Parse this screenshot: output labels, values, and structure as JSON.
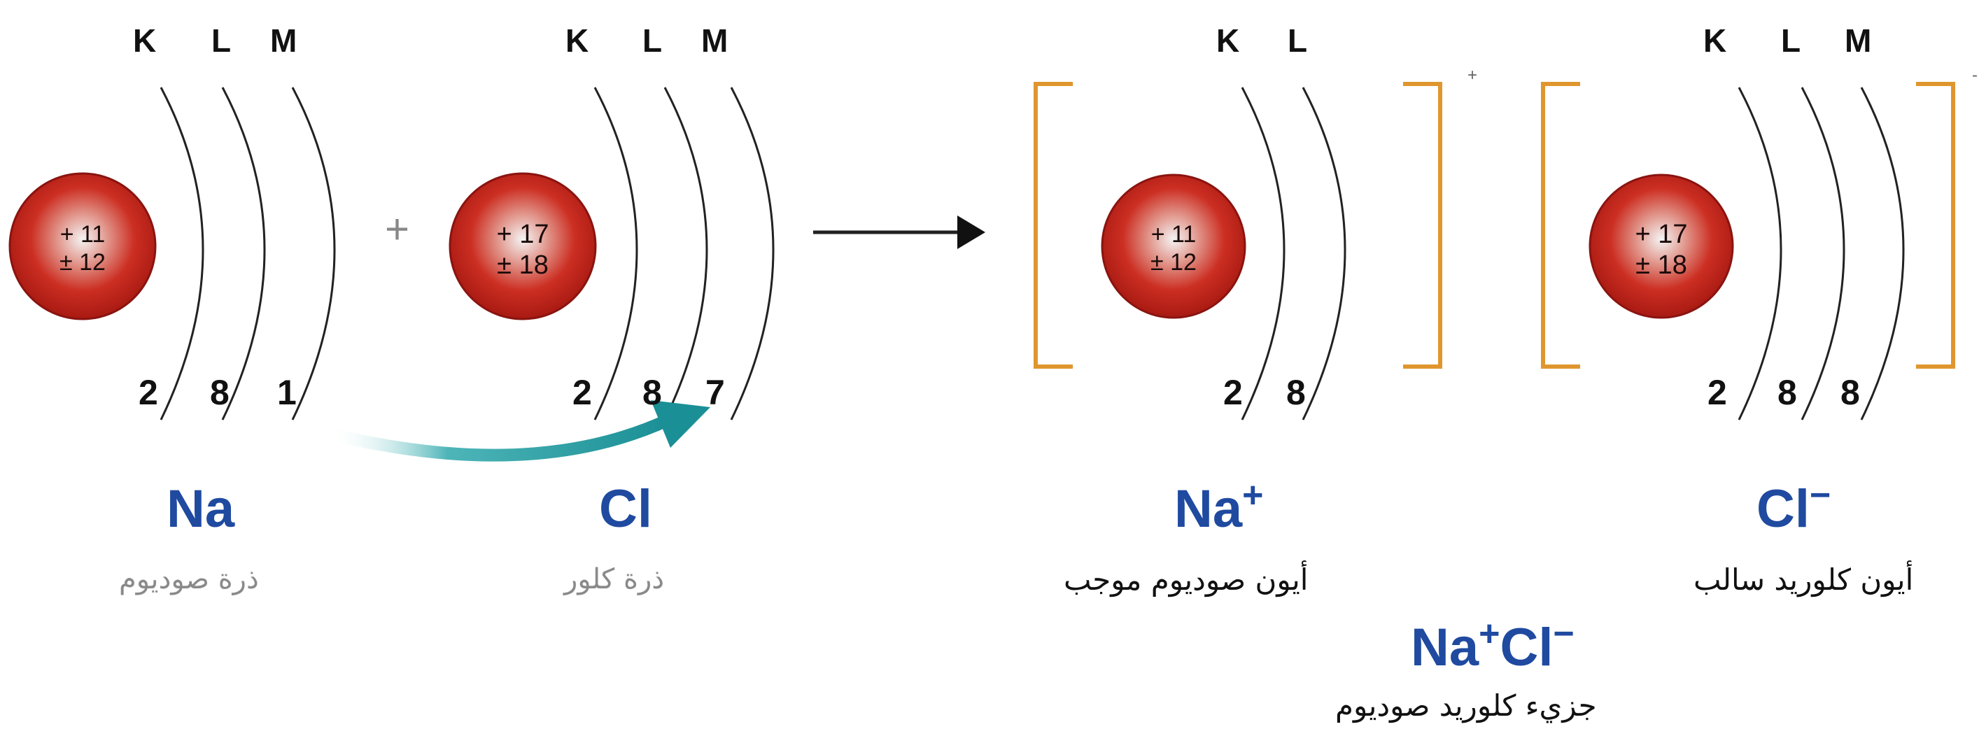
{
  "shells": {
    "k": "K",
    "l": "L",
    "m": "M"
  },
  "sodium_atom": {
    "nucleus_protons": "+ 11",
    "nucleus_neutrons": "± 12",
    "electrons": [
      "2",
      "8",
      "1"
    ],
    "symbol": "Na",
    "name": "ذرة صوديوم"
  },
  "chlorine_atom": {
    "nucleus_protons": "+ 17",
    "nucleus_neutrons": "± 18",
    "electrons": [
      "2",
      "8",
      "7"
    ],
    "symbol": "Cl",
    "name": "ذرة كلور"
  },
  "plus_sign": "+",
  "sodium_ion": {
    "nucleus_protons": "+ 11",
    "nucleus_neutrons": "± 12",
    "electrons": [
      "2",
      "8"
    ],
    "symbol": "Na",
    "charge": "+",
    "name": "أيون صوديوم موجب"
  },
  "chloride_ion": {
    "nucleus_protons": "+ 17",
    "nucleus_neutrons": "± 18",
    "electrons": [
      "2",
      "8",
      "8"
    ],
    "symbol": "Cl",
    "charge": "−",
    "name": "أيون كلوريد سالب"
  },
  "compound": {
    "formula_na": "Na",
    "formula_na_charge": "+",
    "formula_cl": "Cl",
    "formula_cl_charge": "−",
    "name": "جزيء كلوريد صوديوم"
  },
  "bracket_charge_na": "+",
  "bracket_charge_cl": "-",
  "colors": {
    "nucleus": "#c8281e",
    "nucleus_highlight": "#f2f2f2",
    "bracket": "#e0962e",
    "transfer_arrow": "#1f9aa0",
    "symbol": "#1f4aa0"
  }
}
